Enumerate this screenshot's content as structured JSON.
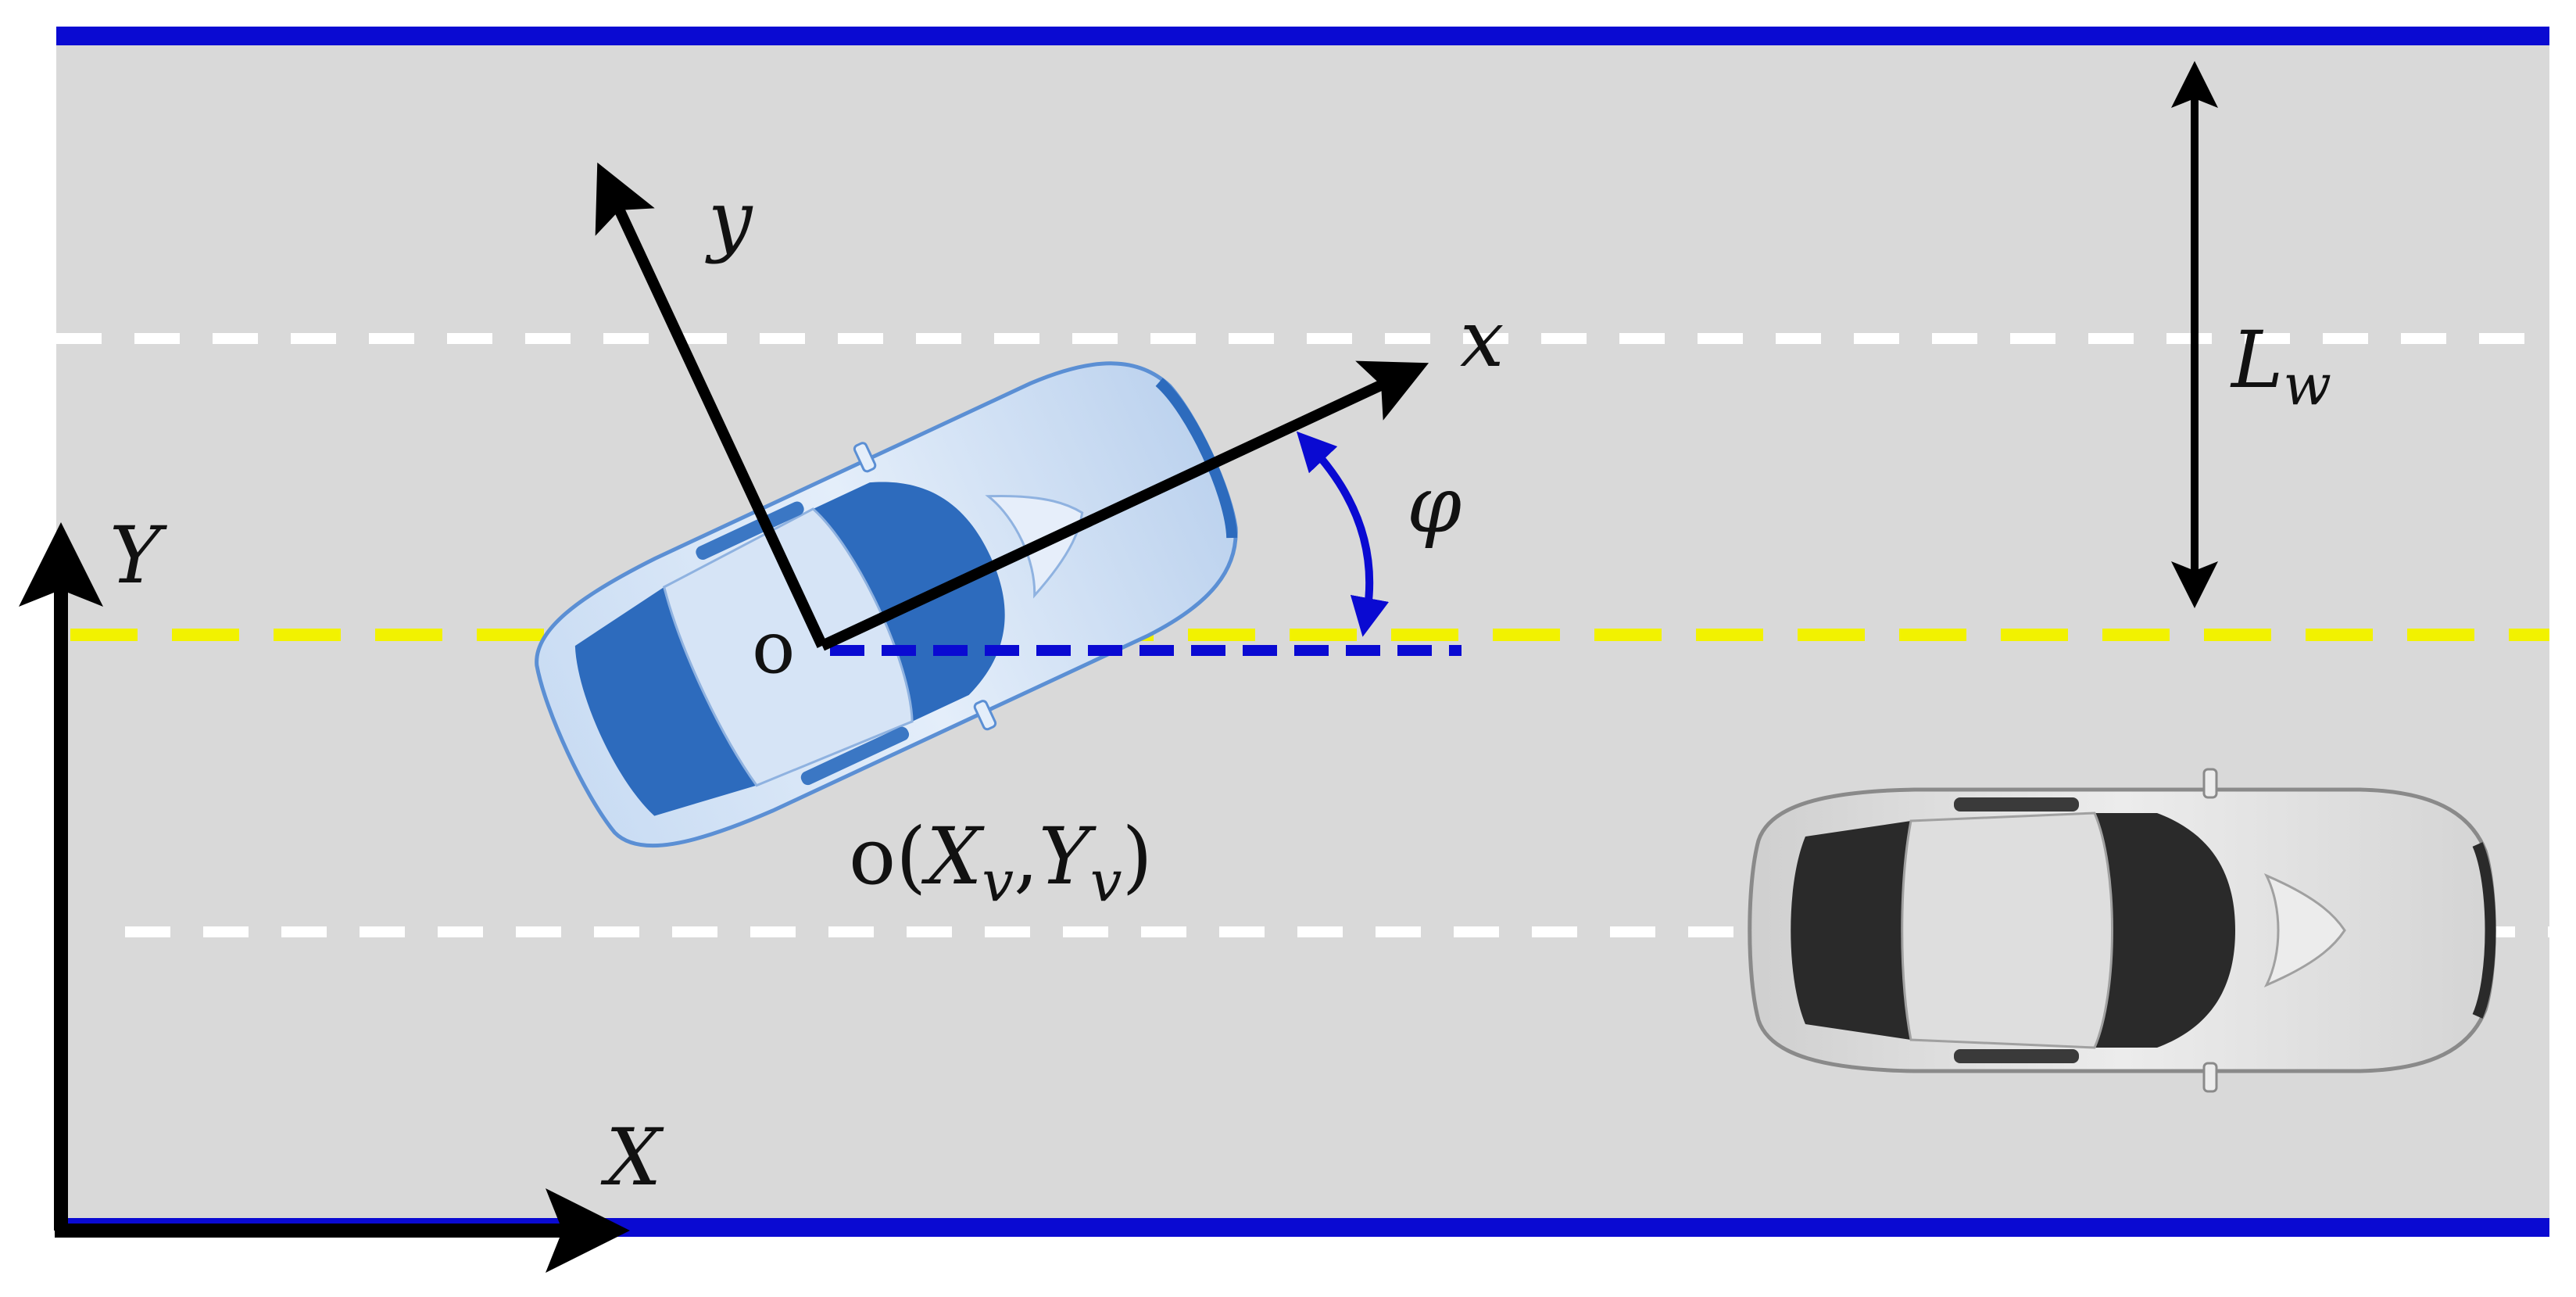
{
  "labels": {
    "global_y_axis": "Y",
    "global_x_axis": "X",
    "vehicle_x_axis": "x",
    "vehicle_y_axis": "y",
    "heading_angle": "φ",
    "lane_width_main": "L",
    "lane_width_sub": "w",
    "origin": "o",
    "origin_coord_prefix": "o(",
    "origin_coord_x": "X",
    "origin_coord_x_sub": "v",
    "origin_coord_sep": ",",
    "origin_coord_y": "Y",
    "origin_coord_y_sub": "v",
    "origin_coord_suffix": ")"
  },
  "colors": {
    "road": "#d9d9d9",
    "road_edge": "#0a0ad2",
    "lane_divider": "#ffffff",
    "center_line": "#f2f200",
    "axis": "#000000",
    "heading_arc": "#0a0ad2",
    "ego_vehicle": "#5b8fd4",
    "other_vehicle": "#c8c8c8"
  },
  "icons": {
    "ego_vehicle": "car-top-view-blue",
    "other_vehicle": "car-top-view-gray"
  },
  "vehicle_heading_deg": 25
}
